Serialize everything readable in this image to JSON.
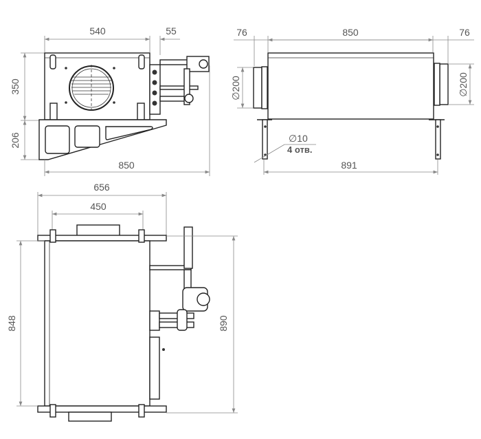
{
  "front_view": {
    "width_body": "540",
    "width_panel": "55",
    "height_body": "350",
    "height_bracket": "206",
    "width_total": "850"
  },
  "side_view": {
    "left_duct": "76",
    "body_length": "850",
    "right_duct": "76",
    "left_diameter": "∅200",
    "right_diameter": "∅200",
    "hole_diameter": "∅10",
    "hole_count": "4 отв.",
    "leg_spacing": "891"
  },
  "top_view": {
    "total_width": "656",
    "duct_width": "450",
    "body_length": "848",
    "total_length": "890"
  }
}
